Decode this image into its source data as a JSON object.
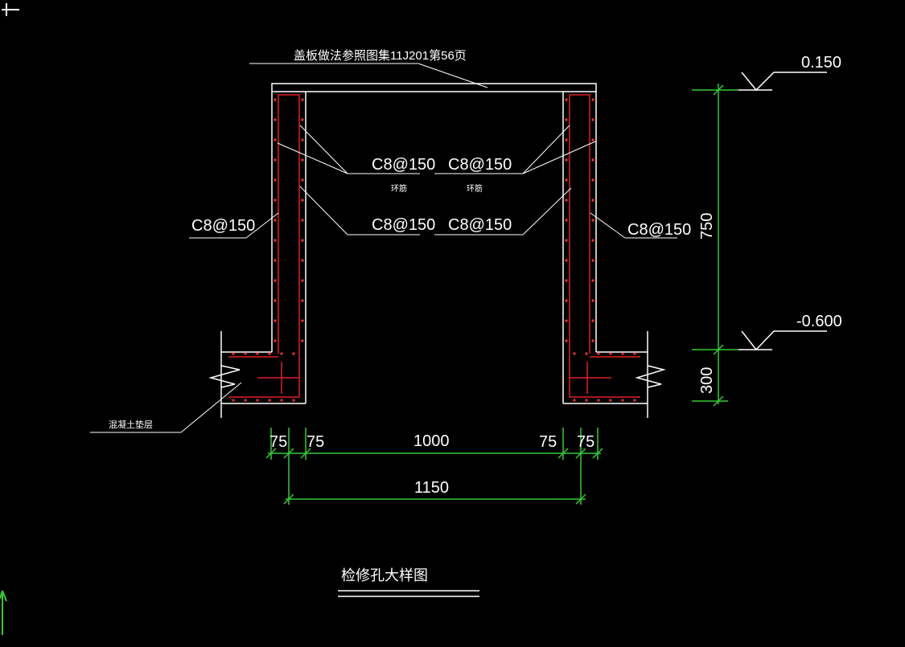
{
  "drawing": {
    "title": "检修孔大样图",
    "top_note": "盖板做法参照图集11J201第56页",
    "bottom_left_note": "混凝土垫层",
    "colors": {
      "background": "#000000",
      "line": "#ffffff",
      "dimension": "#33cc33",
      "rebar": "#e02020"
    },
    "rebar_labels": {
      "left_outer": "C8@150",
      "upper_left": "C8@150",
      "upper_right": "C8@150",
      "lower_left": "C8@150",
      "lower_right": "C8@150",
      "right_outer": "C8@150"
    },
    "rebar_sub_labels": {
      "left": "环筋",
      "right": "环筋"
    },
    "elevations": {
      "top": "0.150",
      "bottom": "-0.600"
    },
    "vertical_dims": {
      "wall_height": "750",
      "base_height": "300"
    },
    "horizontal_dims": {
      "seg1": "75",
      "seg2": "75",
      "seg3": "1000",
      "seg4": "75",
      "seg5": "75",
      "total": "1150"
    }
  }
}
